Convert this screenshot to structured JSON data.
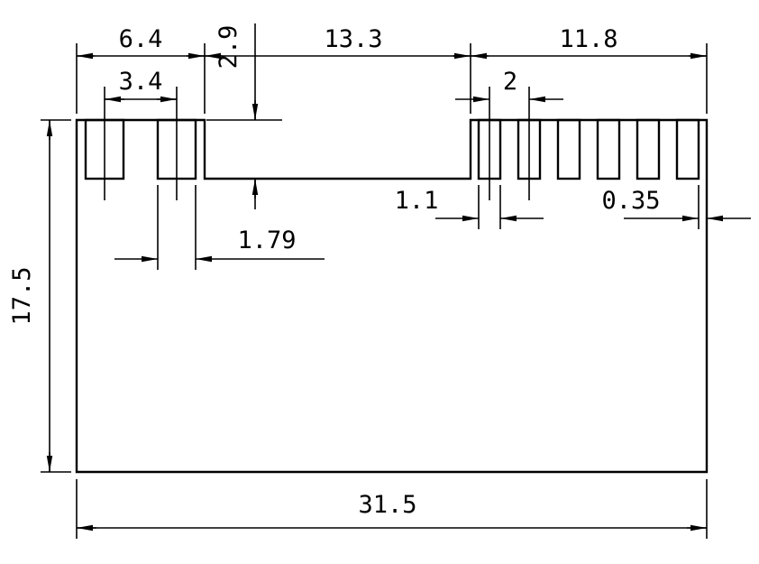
{
  "drawing": {
    "background_color": "#ffffff",
    "line_color": "#000000",
    "labels": {
      "top_left_width": "6.4",
      "notch_depth": "2.9",
      "top_middle_width": "13.3",
      "top_right_width": "11.8",
      "left_slot_pitch": "3.4",
      "left_slot_width": "1.79",
      "right_slot_pitch": "2",
      "right_slot_width": "1.1",
      "right_edge_gap": "0.35",
      "overall_height": "17.5",
      "overall_width": "31.5"
    }
  }
}
